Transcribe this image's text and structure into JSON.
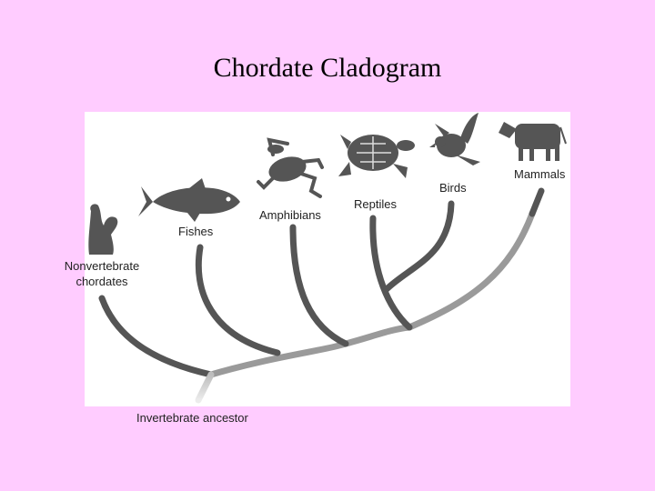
{
  "slide": {
    "title": "Chordate Cladogram",
    "background_color": "#ffccff"
  },
  "cladogram": {
    "taxa": [
      {
        "key": "nonvertebrate",
        "label": "Nonvertebrate chordates",
        "icon": "sea-squirt-icon"
      },
      {
        "key": "fishes",
        "label": "Fishes",
        "icon": "tuna-icon"
      },
      {
        "key": "amphibians",
        "label": "Amphibians",
        "icon": "frog-icon"
      },
      {
        "key": "reptiles",
        "label": "Reptiles",
        "icon": "turtle-icon"
      },
      {
        "key": "birds",
        "label": "Birds",
        "icon": "bird-icon"
      },
      {
        "key": "mammals",
        "label": "Mammals",
        "icon": "cow-icon"
      }
    ],
    "root_label": "Invertebrate ancestor",
    "branch_color": "#555555",
    "silhouette_color": "#555555"
  }
}
